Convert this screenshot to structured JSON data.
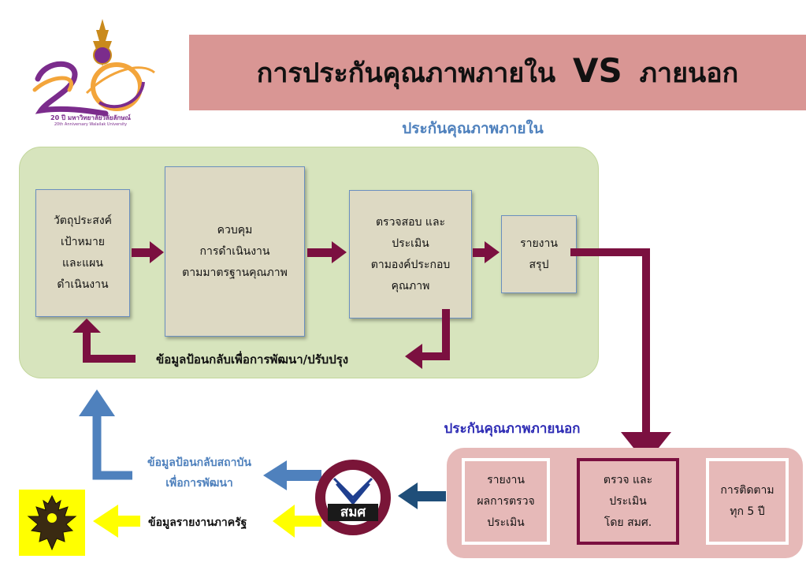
{
  "logo": {
    "line1": "20 ปี มหาวิทยาลัยวลัยลักษณ์",
    "line2": "20th Anniversary Walailak University"
  },
  "title": {
    "part1": "การประกันคุณภาพภายใน",
    "vs": "VS",
    "part2": "ภายนอก"
  },
  "internal": {
    "heading": "ประกันคุณภาพภายใน",
    "boxes": [
      "วัตถุประสงค์\nเป้าหมาย\nและแผน\nดำเนินงาน",
      "ควบคุม\nการดำเนินงาน\nตามมาตรฐานคุณภาพ",
      "ตรวจสอบ และ\nประเมิน\nตามองค์ประกอบ\nคุณภาพ",
      "รายงาน\nสรุป"
    ],
    "feedback": "ข้อมูลป้อนกลับเพื่อการพัฒนา/ปรับปรุง"
  },
  "external": {
    "heading": "ประกันคุณภาพภายนอก",
    "boxes": [
      "รายงาน\nผลการตรวจ\nประเมิน",
      "ตรวจ และ\nประเมิน\nโดย สมศ.",
      "การติดตาม\nทุก 5 ปี"
    ],
    "onesqa_label": "สมศ",
    "feedback_institution": "ข้อมูลป้อนกลับสถาบัน\nเพื่อการพัฒนา",
    "report_government": "ข้อมูลรายงานภาครัฐ"
  },
  "colors": {
    "banner": "#d99694",
    "green_panel": "#d7e4bd",
    "pink_panel": "#e6b9b8",
    "maroon_arrow": "#7b1040",
    "blue_arrow": "#4f81bd",
    "navy_arrow": "#1f4e79",
    "yellow_arrow": "#ffff00"
  },
  "icons": {
    "logo": "university-20th-anniversary-logo",
    "garuda": "garuda-emblem-icon",
    "onesqa": "onesqa-logo"
  }
}
